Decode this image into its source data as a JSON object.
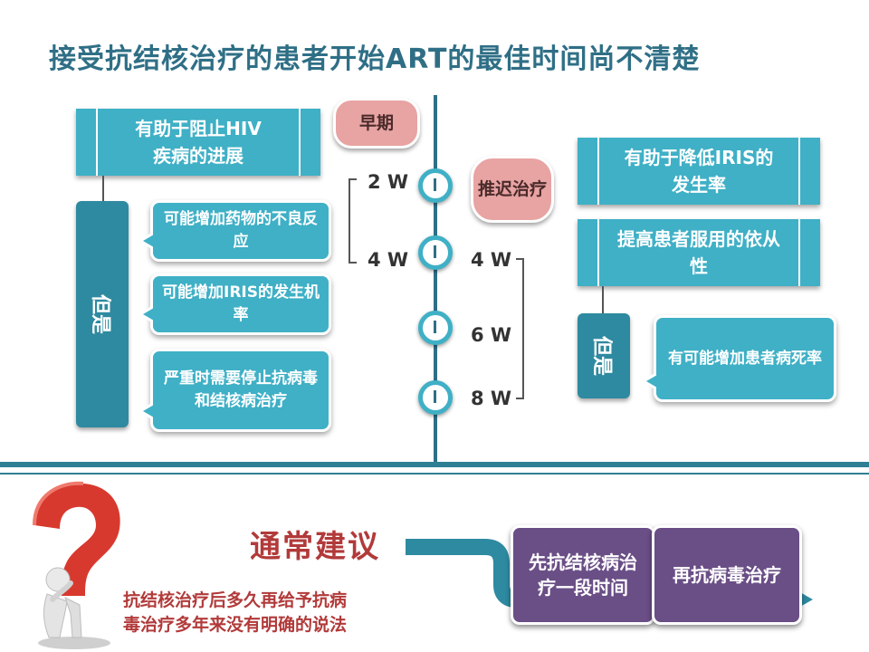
{
  "title": "接受抗结核治疗的患者开始ART的最佳时间尚不清楚",
  "left": {
    "top_box": "有助于阻止HIV疾病的进展",
    "but_label": "但是",
    "bubbles": [
      "可能增加药物的不良反应",
      "可能增加IRIS的发生机率",
      "严重时需要停止抗病毒和结核病治疗"
    ]
  },
  "right": {
    "top_boxes": [
      "有助于降低IRIS的发生率",
      "提高患者服用的依从性"
    ],
    "but_label": "但是",
    "bubble": "有可能增加患者病死率"
  },
  "timeline": {
    "early_label": "早期",
    "delayed_label": "推迟治疗",
    "weeks_left": [
      "2 W",
      "4 W"
    ],
    "weeks_right": [
      "4 W",
      "6 W",
      "8 W"
    ]
  },
  "bottom": {
    "heading": "通常建议",
    "subtext_lines": [
      "抗结核治疗后多久再给予抗病",
      "毒治疗多年来没有明确的说法"
    ],
    "steps": [
      "先抗结核病治疗一段时间",
      "再抗病毒治疗"
    ]
  },
  "colors": {
    "title": "#2f6f86",
    "cyan": "#3fb0c6",
    "teal_dark": "#2e8aa0",
    "red_text": "#b23a3a",
    "purple": "#6a4e86",
    "pink": "#e8a3a3"
  }
}
